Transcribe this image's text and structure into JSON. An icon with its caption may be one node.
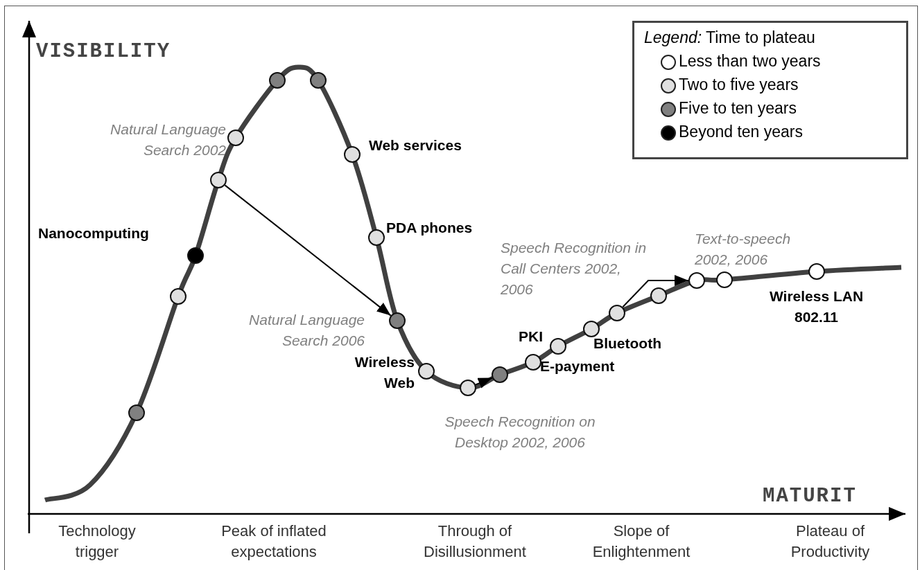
{
  "diagram": {
    "nodes": [
      {
        "text": [],
        "shape": "circle"
      },
      {
        "text": [],
        "shape": "circle"
      },
      {
        "text": [],
        "shape": "circle",
        "beside": [
          "Nanocomputing"
        ]
      },
      {
        "text": [],
        "shape": "circle"
      },
      {
        "text": [],
        "shape": "circle",
        "beside": [
          "Natural Language Search 2002"
        ]
      },
      {
        "text": [],
        "shape": "circle"
      },
      {
        "text": [],
        "shape": "circle"
      },
      {
        "text": [],
        "shape": "circle",
        "beside": [
          "Web services"
        ]
      },
      {
        "text": [],
        "shape": "circle",
        "beside": [
          "PDA phones"
        ]
      },
      {
        "text": [],
        "shape": "circle",
        "beside": [
          "Natural Language Search 2006"
        ]
      },
      {
        "text": [],
        "shape": "circle",
        "beside": [
          "Wireless Web"
        ]
      },
      {
        "text": [],
        "shape": "circle",
        "beside": [
          "Speech Recognition on Desktop 2002, 2006"
        ]
      },
      {
        "text": [],
        "shape": "circle"
      },
      {
        "text": [],
        "shape": "circle",
        "beside": [
          "E-payment"
        ]
      },
      {
        "text": [],
        "shape": "circle",
        "beside": [
          "PKI"
        ]
      },
      {
        "text": [],
        "shape": "circle",
        "beside": [
          "Bluetooth"
        ]
      },
      {
        "text": [],
        "shape": "circle"
      },
      {
        "text": [],
        "shape": "circle",
        "beside": [
          "Speech Recognition in Call Centers 2002, 2006"
        ]
      },
      {
        "text": [],
        "shape": "circle"
      },
      {
        "text": [],
        "shape": "circle",
        "beside": [
          "Text-to-speech 2002, 2006"
        ]
      },
      {
        "text": [],
        "shape": "circle",
        "beside": [
          "Wireless LAN 802.11"
        ]
      }
    ],
    "edges": [
      {
        "from": 3,
        "to": 9,
        "arrow": "to"
      },
      {
        "from": 11,
        "to": 12,
        "arrow": "to"
      },
      {
        "from": 16,
        "to": 18,
        "arrow": "to"
      }
    ],
    "labels": [
      "*Legend:* Time to plateau",
      "VISIBILITY",
      "MATURIT",
      "Technology trigger",
      "Peak of inflated expectations",
      "Through of Disillusionment",
      "Slope of Enlightenment",
      "Plateau of Productivity"
    ],
    "legend": [
      {
        "text": "Less than two years",
        "color": "#ffffff"
      },
      {
        "text": "Two to five years",
        "color": "#e0e0e0"
      },
      {
        "text": "Five to ten years",
        "color": "#808080"
      },
      {
        "text": "Beyond ten years",
        "color": "#000000"
      }
    ]
  }
}
